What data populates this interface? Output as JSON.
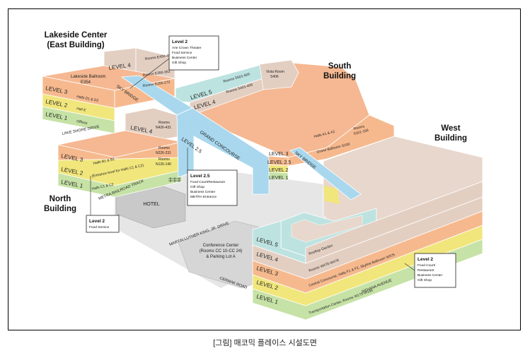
{
  "buildings": {
    "lakeside": [
      "Lakeside Center",
      "(East Building)"
    ],
    "south": [
      "South",
      "Building"
    ],
    "west": [
      "West",
      "Building"
    ],
    "north": [
      "North",
      "Building"
    ],
    "hotel": "HOTEL",
    "conference": [
      "Conference Center",
      "(Rooms CC 10-CC 24)",
      "& Parking Lot A"
    ]
  },
  "levels": {
    "l1": "LEVEL 1",
    "l2": "LEVEL 2",
    "l25": "LEVEL 2.5",
    "l3": "LEVEL 3",
    "l4": "LEVEL 4",
    "l5": "LEVEL 5"
  },
  "rooms": {
    "lakeside_ballroom": [
      "Lakeside Ballroom",
      "E354"
    ],
    "e_rooms_450": "Rooms E450-451",
    "e_rooms_350": "Rooms E350-353",
    "e_rooms_250": "Rooms E250-272",
    "halls_d": "Halls D1 & D2",
    "hall_e": "Hall E",
    "offices": "Offices",
    "s_rooms_501": "Rooms S501-505",
    "s_rooms_401": "Rooms S401-406",
    "vista": [
      "Vista Room",
      "S406"
    ],
    "halls_a": "Halls A1 & A2",
    "s_rooms_101": [
      "Rooms",
      "S101-106"
    ],
    "grand_ballroom": "Grand Ballroom S100",
    "n_rooms_426": [
      "Rooms",
      "N426-431"
    ],
    "halls_b": "Halls B1 & B2",
    "n_rooms_226": [
      "Rooms",
      "N226-231"
    ],
    "entrance": "(Entrance level for Halls C1 & C2)",
    "n_rooms_126": [
      "Rooms",
      "N126-140"
    ],
    "halls_c": "Halls C1 & C2",
    "rooftop": "Rooftop Garden",
    "w_rooms_470": "Rooms W470-W476",
    "central_concourse": "Central Concourse, Halls F1 & F2, Skyline Ballroom W375",
    "transportation": "Transportation Center, Rooms W175-W196"
  },
  "features": {
    "sky_bridge_1": "SKY BRIDGE",
    "sky_bridge_2": "SKY BRIDGE",
    "grand_concourse": "GRAND CONCOURSE"
  },
  "roads": {
    "lake_shore": "LAKE SHORE DRIVE",
    "metra": "METRA RAILROAD TRACK",
    "mlk": "MARTIN LUTHER KING, JR. DRIVE",
    "cermak": "CERMAK ROAD",
    "indiana": "INDIANA AVENUE"
  },
  "callouts": {
    "east_l2": {
      "title": "Level 2",
      "lines": [
        "Arie Crown Theater",
        "Food Service",
        "Business Center",
        "Gift Shop"
      ]
    },
    "concourse_l25": {
      "title": "Level 2.5",
      "lines": [
        "Food Court/Restaurant",
        "Gift Shop",
        "Business Center",
        "METRA Entrance"
      ]
    },
    "north_l2": {
      "title": "Level 2",
      "lines": [
        "Food Service"
      ]
    },
    "west_l2": {
      "title": "Level 2",
      "lines": [
        "Food Court/",
        "Restaurant",
        "Business Center",
        "Gift Shop"
      ]
    }
  },
  "colors": {
    "level1": "#c6e2a6",
    "level2": "#f1e67c",
    "level3": "#f6b98e",
    "level4": "#e3cfc2",
    "level5": "#bde3e1",
    "roof": "#f5b892",
    "skybridge": "#a9d8ee",
    "ground": "#e3e3e3",
    "west_roof": "#e7d7cc"
  },
  "caption": "[그림] 매코믹 플레이스 시설도면"
}
